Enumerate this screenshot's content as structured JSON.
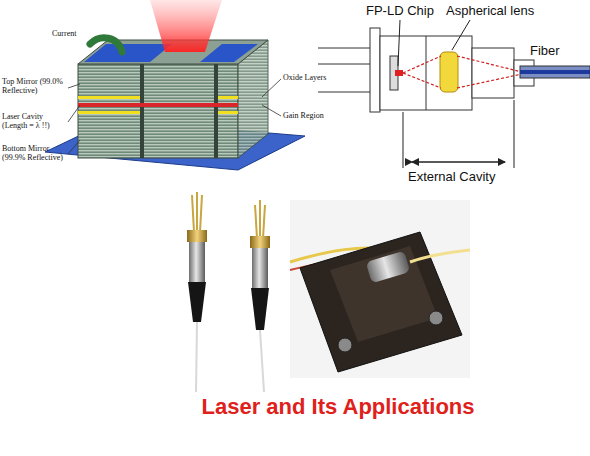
{
  "diagram": {
    "title": "Laser and Its Applications",
    "labels": [
      "Current",
      "Top Mirror (99.0% Reflective)",
      "Laser Cavity (Length = λ !!)",
      "Bottom Mirror (99.9% Reflective)",
      "Oxide Layers",
      "Gain Region",
      "FP-LD Chip",
      "Aspherical lens",
      "Fiber",
      "External Cavity"
    ]
  }
}
